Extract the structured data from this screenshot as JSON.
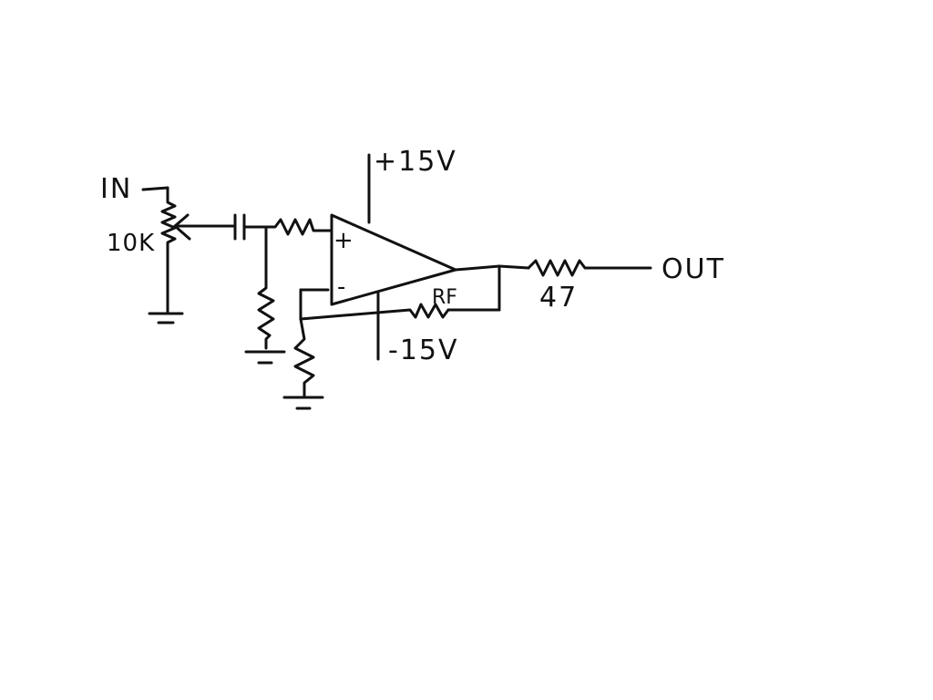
{
  "schematic": {
    "labels": {
      "input": "IN",
      "pot_value": "10K",
      "pos_supply": "+15V",
      "neg_supply": "-15V",
      "noninverting_pin": "+",
      "inverting_pin": "-",
      "feedback_resistor": "RF",
      "output_resistor": "47",
      "output": "OUT"
    }
  }
}
